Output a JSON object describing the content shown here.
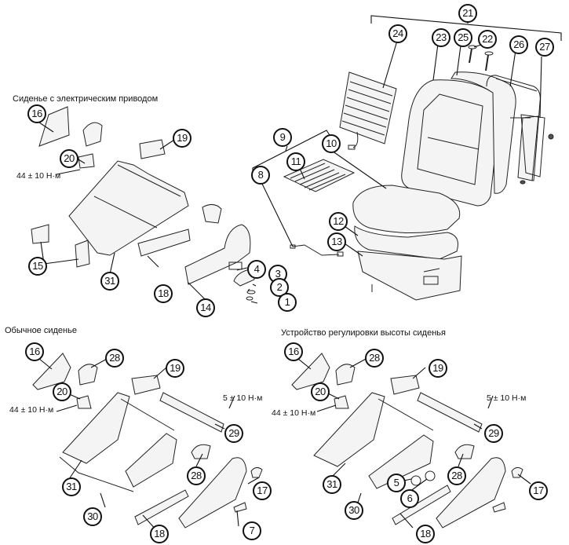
{
  "diagram": {
    "type": "exploded-parts-diagram",
    "subject": "Front seat assembly",
    "sections": {
      "power_seat": {
        "title": "Сиденье с электрическим приводом",
        "torque": "44 ± 10 Н·м"
      },
      "standard_seat": {
        "title": "Обычное сиденье",
        "torque_large": "44 ± 10 Н·м",
        "torque_small": "5 ± 10 Н·м"
      },
      "height_adjust_seat": {
        "title": "Устройство регулировки высоты сиденья",
        "torque_large": "44 ± 10 Н·м",
        "torque_small": "5 ± 10 Н·м"
      }
    },
    "callouts": {
      "c1": "1",
      "c2": "2",
      "c3": "3",
      "c4": "4",
      "c5": "5",
      "c6": "6",
      "c7": "7",
      "c8": "8",
      "c9": "9",
      "c10": "10",
      "c11": "11",
      "c12": "12",
      "c13": "13",
      "c14": "14",
      "c15": "15",
      "c16": "16",
      "c17": "17",
      "c18": "18",
      "c19": "19",
      "c20": "20",
      "c21": "21",
      "c22": "22",
      "c23": "23",
      "c24": "24",
      "c25": "25",
      "c26": "26",
      "c27": "27",
      "c28": "28",
      "c29": "29",
      "c30": "30",
      "c31": "31"
    }
  }
}
